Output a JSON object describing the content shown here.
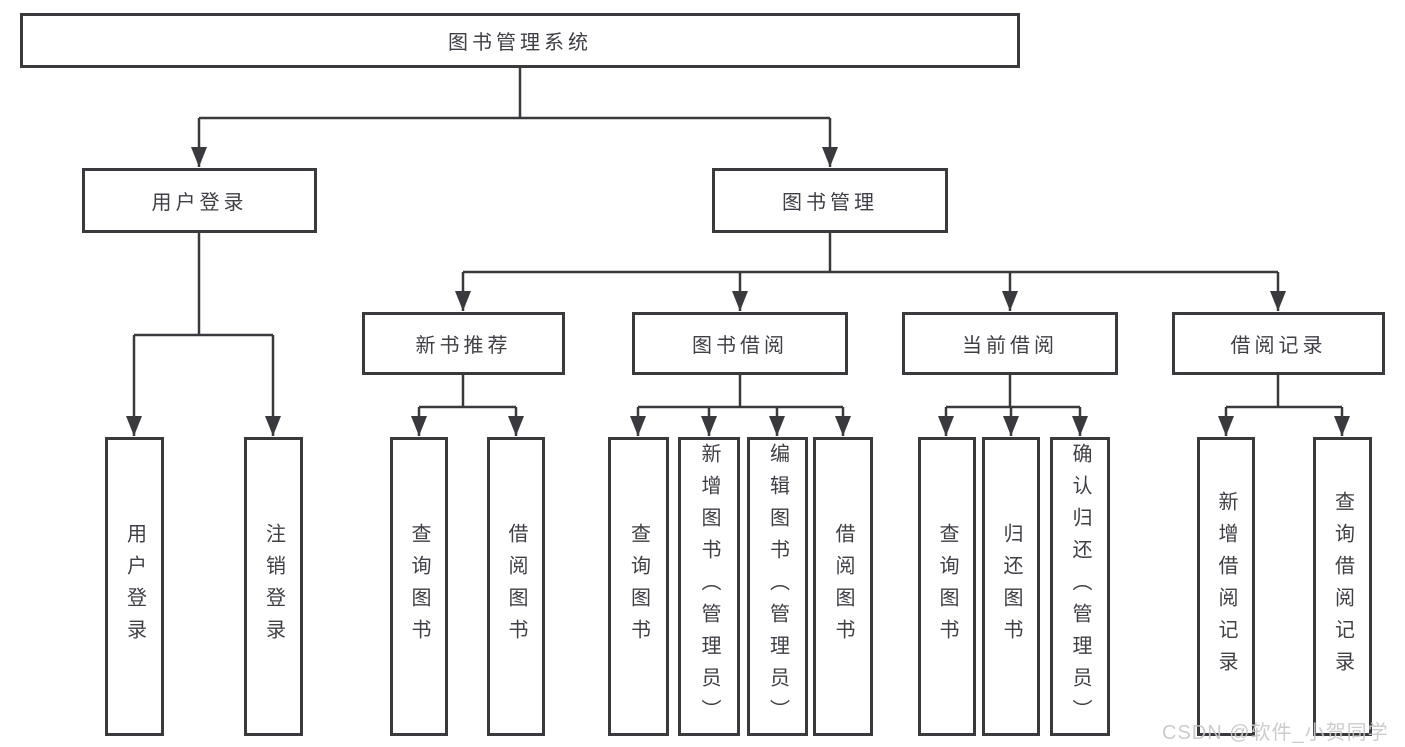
{
  "colors": {
    "line": "#3a3a3e",
    "text": "#3f3f46",
    "background": "#ffffff",
    "watermark": "#c8c8c8"
  },
  "diagram": {
    "root": {
      "label": "图书管理系统"
    },
    "user_login": {
      "label": "用户登录",
      "children": [
        "用户登录",
        "注销登录"
      ]
    },
    "book_management": {
      "label": "图书管理",
      "sections": {
        "new_books": {
          "label": "新书推荐",
          "children": [
            "查询图书",
            "借阅图书"
          ]
        },
        "borrowing": {
          "label": "图书借阅",
          "children": [
            "查询图书",
            "新增图书（管理员）",
            "编辑图书（管理员）",
            "借阅图书"
          ]
        },
        "current": {
          "label": "当前借阅",
          "children": [
            "查询图书",
            "归还图书",
            "确认归还（管理员）"
          ]
        },
        "records": {
          "label": "借阅记录",
          "children": [
            "新增借阅记录",
            "查询借阅记录"
          ]
        }
      }
    }
  },
  "watermark": "CSDN @软件_小贺同学"
}
